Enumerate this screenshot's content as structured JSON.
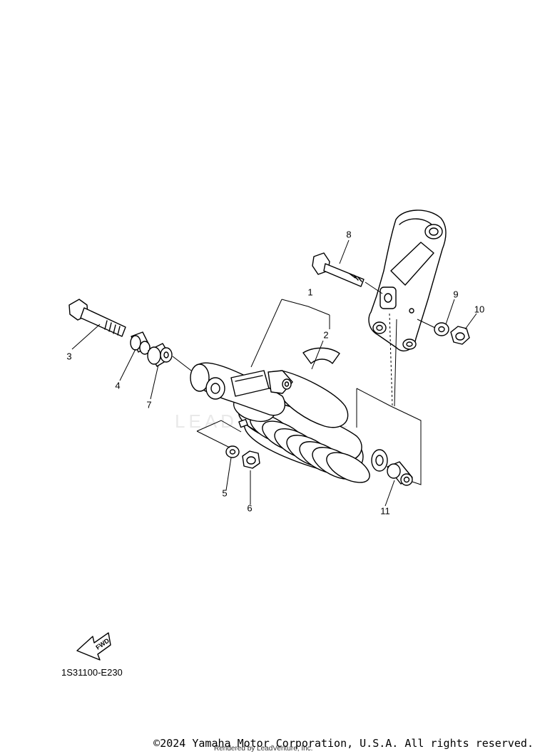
{
  "diagram": {
    "callouts": [
      "1",
      "2",
      "3",
      "4",
      "5",
      "6",
      "7",
      "8",
      "9",
      "10",
      "11"
    ],
    "fwd_label": "FWD",
    "code": "1S31100-E230",
    "watermark": "LEADVENTURE"
  },
  "footer": {
    "copyright": "©2024 Yamaha Motor Corporation, U.S.A. All rights reserved.",
    "rendered_by": "Rendered by LeadVenture, Inc."
  },
  "colors": {
    "ink": "#000000",
    "watermark": "#e9e9e9"
  }
}
